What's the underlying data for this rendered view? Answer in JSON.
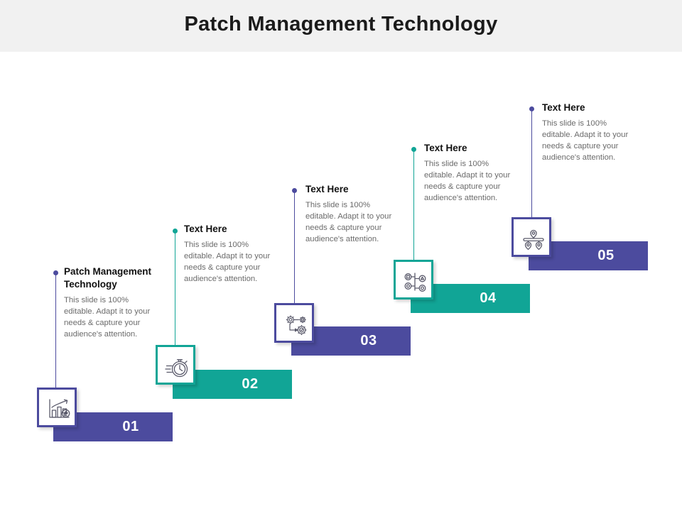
{
  "header": {
    "title": "Patch Management Technology",
    "band_color": "#f1f1f1"
  },
  "theme": {
    "purple": "#4c4b9e",
    "teal": "#11a596",
    "body_text_color": "#6b6b6b",
    "title_text_color": "#111111",
    "number_text_color": "#ffffff",
    "canvas": "#ffffff"
  },
  "body_paragraph": "This slide is 100% editable. Adapt it to your needs & capture your audience's attention.",
  "steps": [
    {
      "number": "01",
      "title": "Patch Management Technology",
      "body": "This slide is 100% editable. Adapt it to your needs & capture your audience's attention.",
      "color": "#4c4b9e",
      "color_name": "purple",
      "icon": "bar-chart-growth-money-icon"
    },
    {
      "number": "02",
      "title": "Text Here",
      "body": "This slide is 100% editable. Adapt it to your needs & capture your audience's attention.",
      "color": "#11a596",
      "color_name": "teal",
      "icon": "stopwatch-speed-icon"
    },
    {
      "number": "03",
      "title": "Text Here",
      "body": "This slide is 100% editable. Adapt it to your needs & capture your audience's attention.",
      "color": "#4c4b9e",
      "color_name": "purple",
      "icon": "gears-process-check-icon"
    },
    {
      "number": "04",
      "title": "Text Here",
      "body": "This slide is 100% editable. Adapt it to your needs & capture your audience's attention.",
      "color": "#11a596",
      "color_name": "teal",
      "icon": "network-hierarchy-nodes-icon"
    },
    {
      "number": "05",
      "title": "Text Here",
      "body": "This slide is 100% editable. Adapt it to your needs & capture your audience's attention.",
      "color": "#4c4b9e",
      "color_name": "purple",
      "icon": "balance-scale-location-icon"
    }
  ]
}
